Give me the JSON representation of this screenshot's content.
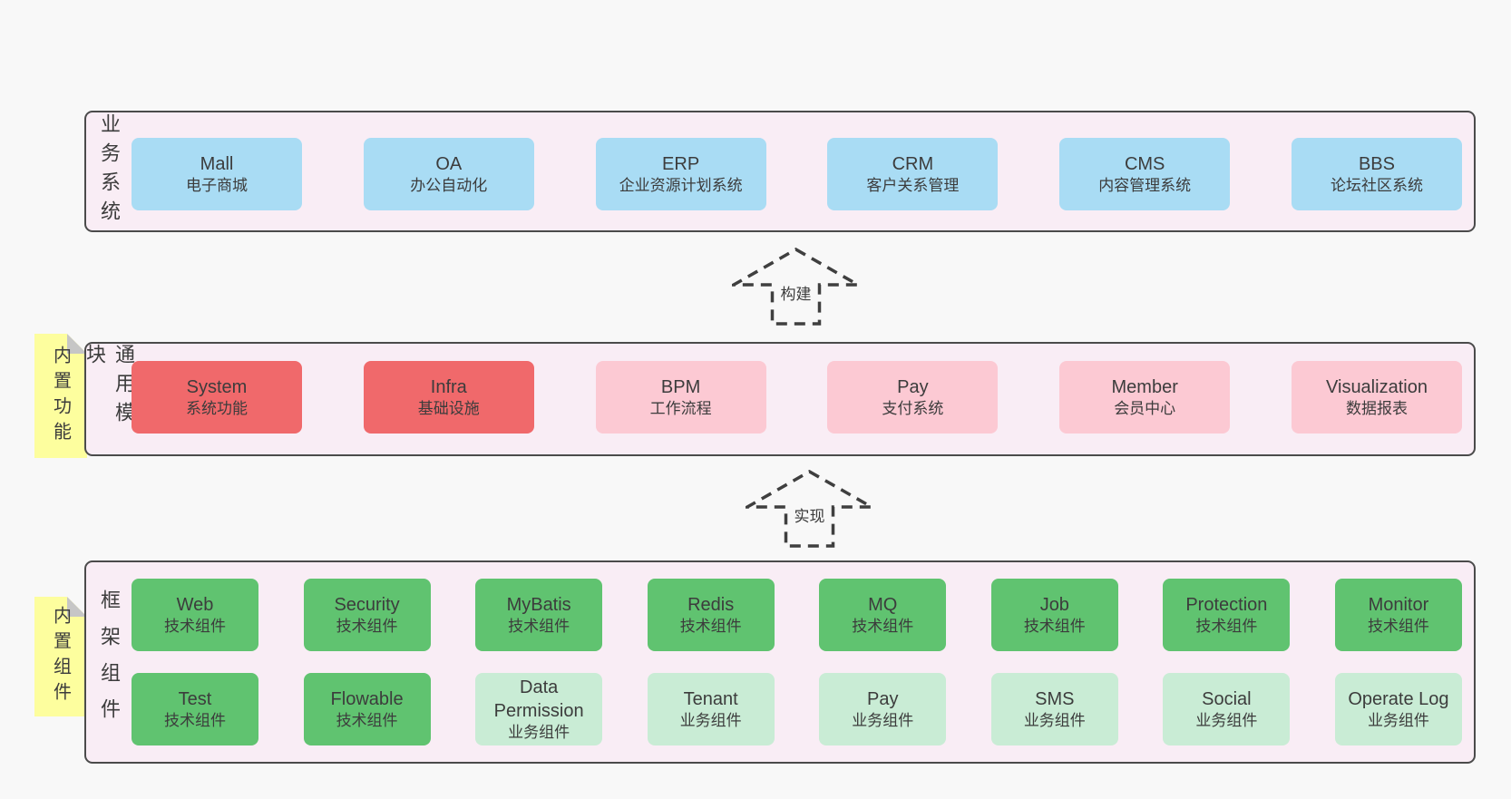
{
  "colors": {
    "bg": "#f8f8f8",
    "bandBg": "#f9edf5",
    "bandBorder": "#4b4b4b",
    "blue": "#a9dcf4",
    "red": "#f0696b",
    "pink": "#fcc9d3",
    "green": "#60c370",
    "lightGreen": "#c9ecd5",
    "sticky": "#fdfe9e",
    "stickyFold": "#c6c6c6",
    "text": "#3c3c3c",
    "arrow": "#3f3f3f"
  },
  "bands": [
    {
      "id": "business-systems",
      "label": "业务系统",
      "rows": [
        {
          "boxes": [
            {
              "en": "Mall",
              "cn": "电子商城",
              "type": "blue"
            },
            {
              "en": "OA",
              "cn": "办公自动化",
              "type": "blue"
            },
            {
              "en": "ERP",
              "cn": "企业资源计划系统",
              "type": "blue"
            },
            {
              "en": "CRM",
              "cn": "客户关系管理",
              "type": "blue"
            },
            {
              "en": "CMS",
              "cn": "内容管理系统",
              "type": "blue"
            },
            {
              "en": "BBS",
              "cn": "论坛社区系统",
              "type": "blue"
            }
          ]
        }
      ]
    },
    {
      "id": "common-modules",
      "label": "通用模块",
      "sticky": "内置功能",
      "rows": [
        {
          "boxes": [
            {
              "en": "System",
              "cn": "系统功能",
              "type": "red"
            },
            {
              "en": "Infra",
              "cn": "基础设施",
              "type": "red"
            },
            {
              "en": "BPM",
              "cn": "工作流程",
              "type": "pink"
            },
            {
              "en": "Pay",
              "cn": "支付系统",
              "type": "pink"
            },
            {
              "en": "Member",
              "cn": "会员中心",
              "type": "pink"
            },
            {
              "en": "Visualization",
              "cn": "数据报表",
              "type": "pink"
            }
          ]
        }
      ]
    },
    {
      "id": "framework-components",
      "label": "框架组件",
      "sticky": "内置组件",
      "rows": [
        {
          "boxes": [
            {
              "en": "Web",
              "cn": "技术组件",
              "type": "green"
            },
            {
              "en": "Security",
              "cn": "技术组件",
              "type": "green"
            },
            {
              "en": "MyBatis",
              "cn": "技术组件",
              "type": "green"
            },
            {
              "en": "Redis",
              "cn": "技术组件",
              "type": "green"
            },
            {
              "en": "MQ",
              "cn": "技术组件",
              "type": "green"
            },
            {
              "en": "Job",
              "cn": "技术组件",
              "type": "green"
            },
            {
              "en": "Protection",
              "cn": "技术组件",
              "type": "green"
            },
            {
              "en": "Monitor",
              "cn": "技术组件",
              "type": "green"
            }
          ]
        },
        {
          "boxes": [
            {
              "en": "Test",
              "cn": "技术组件",
              "type": "green"
            },
            {
              "en": "Flowable",
              "cn": "技术组件",
              "type": "green"
            },
            {
              "en": "Data Permission",
              "cn": "业务组件",
              "type": "light-green"
            },
            {
              "en": "Tenant",
              "cn": "业务组件",
              "type": "light-green"
            },
            {
              "en": "Pay",
              "cn": "业务组件",
              "type": "light-green"
            },
            {
              "en": "SMS",
              "cn": "业务组件",
              "type": "light-green"
            },
            {
              "en": "Social",
              "cn": "业务组件",
              "type": "light-green"
            },
            {
              "en": "Operate Log",
              "cn": "业务组件",
              "type": "light-green"
            }
          ]
        }
      ]
    }
  ],
  "arrows": [
    {
      "label": "构建"
    },
    {
      "label": "实现"
    }
  ]
}
